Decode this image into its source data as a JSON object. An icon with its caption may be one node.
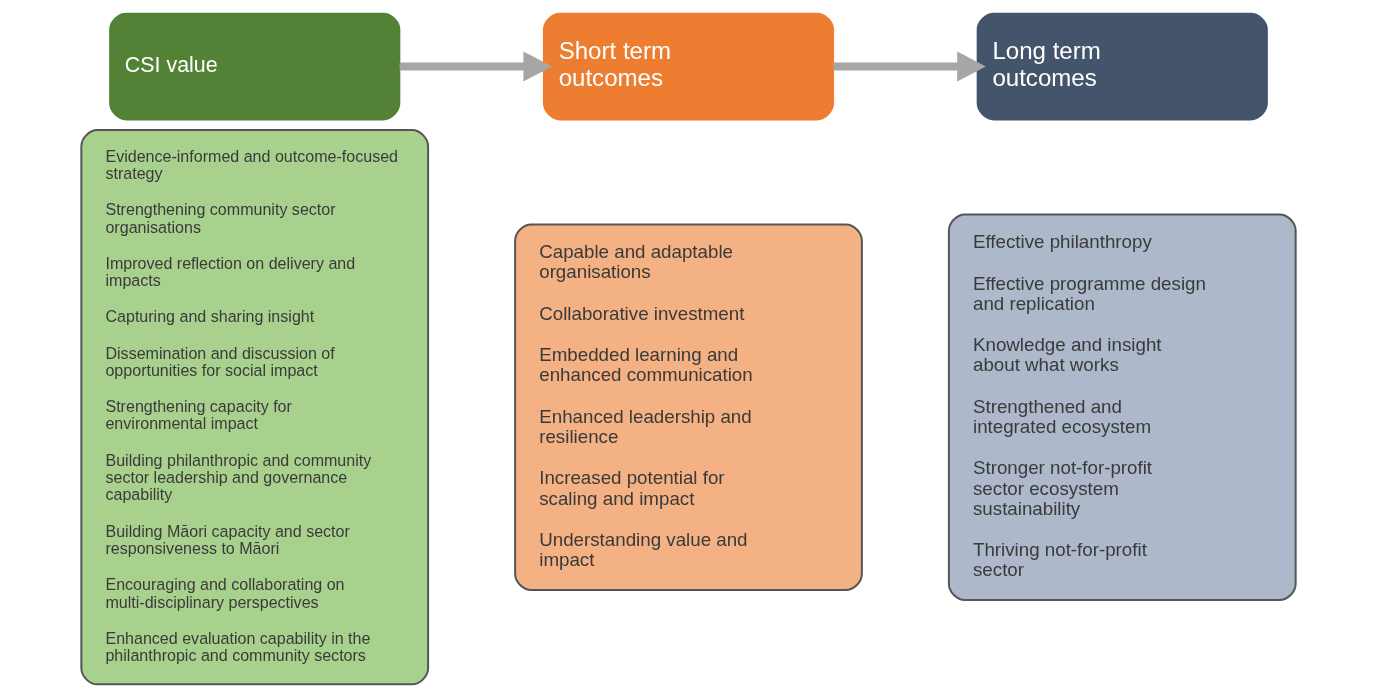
{
  "diagram": {
    "nodes": [
      {
        "text": [
          "CSI value"
        ]
      },
      {
        "text": [
          "Evidence-informed and outcome-focused strategy",
          "Strengthening community sector organisations",
          "Improved reflection on delivery and impacts",
          "Capturing and sharing insight",
          "Dissemination and discussion of opportunities for social impact",
          "Strengthening capacity for environmental impact",
          "Building philanthropic and community sector leadership and governance capability",
          "Building Māori capacity and sector responsiveness to Māori",
          "Encouraging and collaborating on multi-disciplinary perspectives",
          "Enhanced evaluation capability in the philanthropic and community sectors"
        ]
      },
      {
        "text": [
          "Short term outcomes"
        ]
      },
      {
        "text": [
          "Capable and adaptable organisations",
          "Collaborative investment",
          "Embedded learning and enhanced communication",
          "Enhanced leadership and resilience",
          "Increased potential for scaling and impact",
          "Understanding value and impact"
        ]
      },
      {
        "text": [
          "Long term outcomes"
        ]
      },
      {
        "text": [
          "Effective philanthropy",
          "Effective programme design and replication",
          "Knowledge and insight about what works",
          "Strengthened and integrated ecosystem",
          "Stronger not-for-profit sector ecosystem sustainability",
          "Thriving not-for-profit sector"
        ]
      }
    ],
    "edges": [
      {
        "from": 0,
        "to": 2,
        "arrow": "to"
      },
      {
        "from": 2,
        "to": 4,
        "arrow": "to"
      }
    ]
  }
}
